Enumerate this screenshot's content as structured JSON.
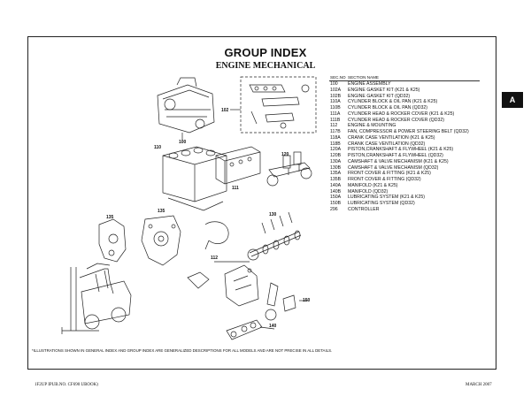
{
  "page": {
    "title": "GROUP INDEX",
    "subtitle": "ENGINE MECHANICAL",
    "section_tab": "A"
  },
  "index": {
    "col_no": "SEC.NO",
    "col_name": "SECTION NAME",
    "rows": [
      {
        "no": "100",
        "name": "ENGINE ASSEMBLY"
      },
      {
        "no": "102A",
        "name": "ENGINE GASKET KIT (K21 & K25)"
      },
      {
        "no": "102B",
        "name": "ENGINE GASKET KIT (QD32)"
      },
      {
        "no": "110A",
        "name": "CYLINDER BLOCK & OIL PAN (K21 & K25)"
      },
      {
        "no": "110B",
        "name": "CYLINDER BLOCK & OIL PAN (QD32)"
      },
      {
        "no": "111A",
        "name": "CYLINDER HEAD & ROCKER COVER (K21 & K25)"
      },
      {
        "no": "111B",
        "name": "CYLINDER HEAD & ROCKER COVER (QD32)"
      },
      {
        "no": "112",
        "name": "ENGINE & MOUNTING"
      },
      {
        "no": "117B",
        "name": "FAN, COMPRESSOR & POWER STEERING BELT (QD32)"
      },
      {
        "no": "118A",
        "name": "CRANK CASE VENTILATION (K21 & K25)"
      },
      {
        "no": "118B",
        "name": "CRANK CASE VENTILATION (QD32)"
      },
      {
        "no": "120A",
        "name": "PISTON,CRANKSHAFT & FLYWHEEL (K21 & K25)"
      },
      {
        "no": "120B",
        "name": "PISTON,CRANKSHAFT & FLYWHEEL (QD32)"
      },
      {
        "no": "130A",
        "name": "CAMSHAFT & VALVE MECHANISM (K21 & K25)"
      },
      {
        "no": "130B",
        "name": "CAMSHAFT & VALVE MECHANISM (QD32)"
      },
      {
        "no": "135A",
        "name": "FRONT COVER & FITTING (K21 & K25)"
      },
      {
        "no": "135B",
        "name": "FRONT COVER & FITTING (QD32)"
      },
      {
        "no": "140A",
        "name": "MANIFOLD (K21 & K25)"
      },
      {
        "no": "140B",
        "name": "MANIFOLD (QD32)"
      },
      {
        "no": "150A",
        "name": "LUBRICATING SYSTEM (K21 & K25)"
      },
      {
        "no": "150B",
        "name": "LUBRICATING SYSTEM (QD32)"
      },
      {
        "no": "296",
        "name": "CONTROLLER"
      }
    ]
  },
  "callouts": {
    "c100": "100",
    "c102": "102",
    "c110": "110",
    "c111": "111",
    "c120": "120",
    "c135": "135",
    "c135b": "135",
    "c130": "130",
    "c112": "112",
    "c150": "150",
    "c140": "140"
  },
  "footnote": "*ILLUSTRATIONS SHOWN IN GENERAL INDEX AND GROUP INDEX ARE GENERALIZED DESCRIPTIONS FOR ALL MODELS AND ARE NOT PRECISE IN ALL DETAILS.",
  "footer": {
    "left": "1F2UP IPUB.NO. CF690 UBOOK)",
    "right": "MARCH 2007"
  }
}
